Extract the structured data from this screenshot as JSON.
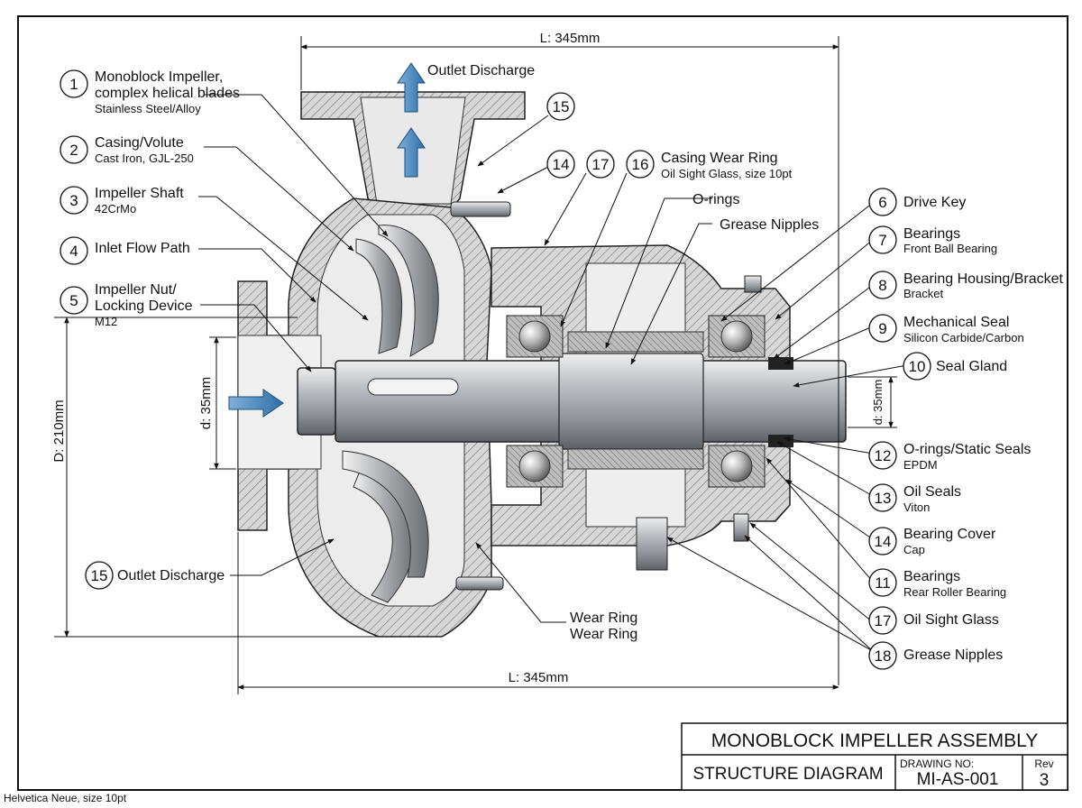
{
  "dimensions": {
    "top_length": "L: 345mm",
    "bottom_length": "L: 345mm",
    "height": "D: 210mm",
    "shaft_left": "d: 35mm",
    "shaft_right": "d: 35mm"
  },
  "flow_labels": {
    "outlet_top": "Outlet Discharge"
  },
  "callouts_left": [
    {
      "num": "1",
      "title": "Monoblock Impeller,",
      "title2": "complex helical blades",
      "sub": "Stainless Steel/Alloy"
    },
    {
      "num": "2",
      "title": "Casing/Volute",
      "sub": "Cast Iron, GJL-250"
    },
    {
      "num": "3",
      "title": "Impeller Shaft",
      "sub": "42CrMo"
    },
    {
      "num": "4",
      "title": "Inlet Flow Path"
    },
    {
      "num": "5",
      "title": "Impeller Nut/",
      "title2": "Locking Device",
      "sub": "M12"
    },
    {
      "num": "15",
      "title": "Outlet Discharge"
    }
  ],
  "callouts_top": [
    {
      "num": "15"
    },
    {
      "num": "14"
    },
    {
      "num": "17"
    },
    {
      "num": "16",
      "title": "Casing Wear Ring",
      "sub": "Oil Sight Glass, size 10pt"
    }
  ],
  "top_notes": {
    "orings": "O-rings",
    "grease": "Grease Nipples"
  },
  "wear_ring": {
    "line1": "Wear Ring",
    "line2": "Wear Ring"
  },
  "callouts_right": [
    {
      "num": "6",
      "title": "Drive Key"
    },
    {
      "num": "7",
      "title": "Bearings",
      "sub": "Front Ball Bearing"
    },
    {
      "num": "8",
      "title": "Bearing Housing/Bracket",
      "sub": "Bracket"
    },
    {
      "num": "9",
      "title": "Mechanical Seal",
      "sub": "Silicon Carbide/Carbon"
    },
    {
      "num": "10",
      "title": "Seal Gland"
    },
    {
      "num": "12",
      "title": "O-rings/Static Seals",
      "sub": "EPDM"
    },
    {
      "num": "13",
      "title": "Oil Seals",
      "sub": "Viton"
    },
    {
      "num": "14",
      "title": "Bearing Cover",
      "sub": "Cap"
    },
    {
      "num": "11",
      "title": "Bearings",
      "sub": "Rear Roller Bearing"
    },
    {
      "num": "17",
      "title": "Oil Sight Glass"
    },
    {
      "num": "18",
      "title": "Grease Nipples"
    }
  ],
  "title_block": {
    "title": "MONOBLOCK IMPELLER ASSEMBLY",
    "subtitle": "STRUCTURE DIAGRAM",
    "drawing_no_label": "DRAWING NO:",
    "drawing_no": "MI-AS-001",
    "rev_label": "Rev",
    "rev": "3"
  },
  "footnote": "Helvetica Neue, size 10pt"
}
